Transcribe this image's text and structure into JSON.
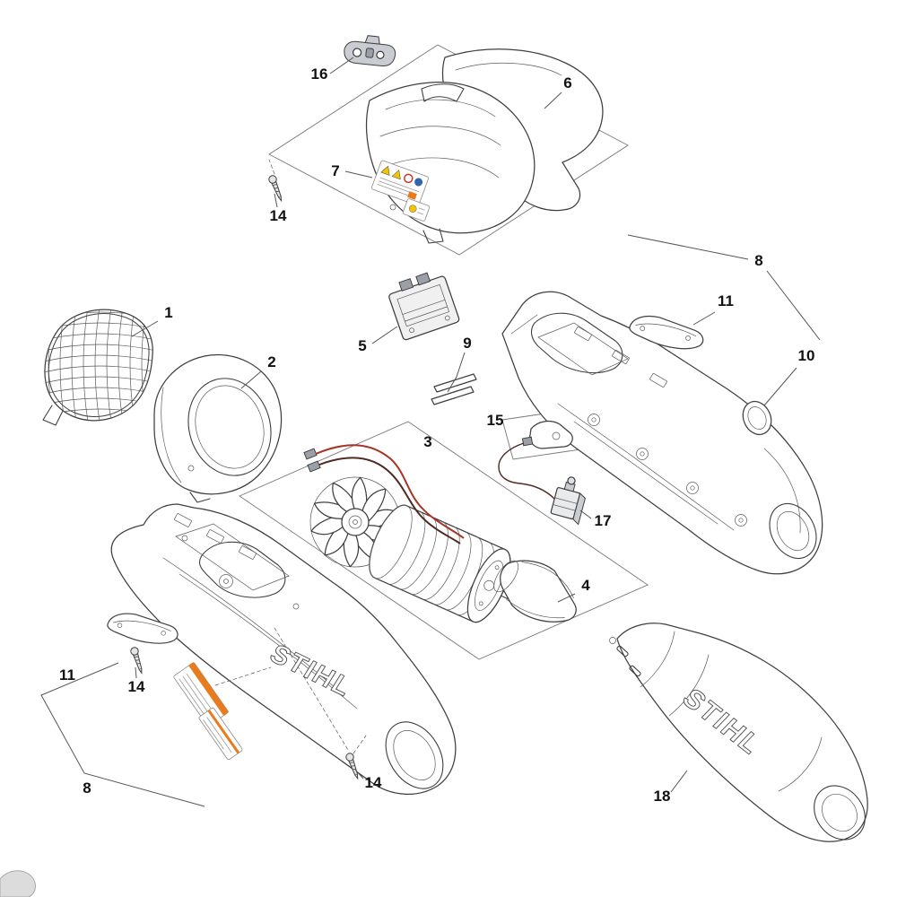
{
  "colors": {
    "background": "#ffffff",
    "line_art": "#3f3f3f",
    "callout_text": "#111111",
    "wire_red": "#a63526",
    "wire_dark": "#4f2a22",
    "sticker_orange": "#e87b1e",
    "warn_yellow": "#f3c400",
    "warn_red": "#c43a2e",
    "warn_blue": "#2f66ad"
  },
  "brand": {
    "housing_logo": "STIHL",
    "tube_logo": "STIHL"
  },
  "callouts": [
    {
      "part": "16",
      "label": "16"
    },
    {
      "part": "6",
      "label": "6"
    },
    {
      "part": "7",
      "label": "7"
    },
    {
      "part": "14",
      "label": "14"
    },
    {
      "part": "1",
      "label": "1"
    },
    {
      "part": "2",
      "label": "2"
    },
    {
      "part": "5",
      "label": "5"
    },
    {
      "part": "9",
      "label": "9"
    },
    {
      "part": "8",
      "label": "8"
    },
    {
      "part": "11",
      "label": "11"
    },
    {
      "part": "10",
      "label": "10"
    },
    {
      "part": "3",
      "label": "3"
    },
    {
      "part": "15",
      "label": "15"
    },
    {
      "part": "17",
      "label": "17"
    },
    {
      "part": "4",
      "label": "4"
    },
    {
      "part": "11",
      "label": "11"
    },
    {
      "part": "14",
      "label": "14"
    },
    {
      "part": "8",
      "label": "8"
    },
    {
      "part": "14",
      "label": "14"
    },
    {
      "part": "18",
      "label": "18"
    }
  ]
}
